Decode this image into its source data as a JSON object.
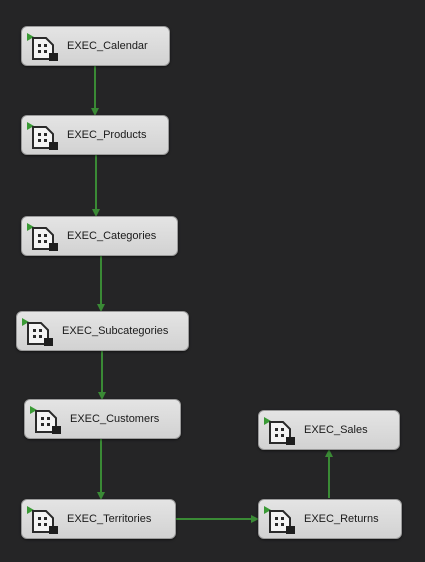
{
  "tasks": [
    {
      "id": "calendar",
      "label": "EXEC_Calendar",
      "icon": "execute-sql-task-icon"
    },
    {
      "id": "products",
      "label": "EXEC_Products",
      "icon": "execute-sql-task-icon"
    },
    {
      "id": "categories",
      "label": "EXEC_Categories",
      "icon": "execute-sql-task-icon"
    },
    {
      "id": "subcategories",
      "label": "EXEC_Subcategories",
      "icon": "execute-sql-task-icon"
    },
    {
      "id": "customers",
      "label": "EXEC_Customers",
      "icon": "execute-sql-task-icon"
    },
    {
      "id": "territories",
      "label": "EXEC_Territories",
      "icon": "execute-sql-task-icon"
    },
    {
      "id": "returns",
      "label": "EXEC_Returns",
      "icon": "execute-sql-task-icon"
    },
    {
      "id": "sales",
      "label": "EXEC_Sales",
      "icon": "execute-sql-task-icon"
    }
  ],
  "colors": {
    "canvas_background": "#252526",
    "connector": "#3a8a35",
    "task_background": "#dcdcdc",
    "play_triangle": "#3a9a35"
  }
}
